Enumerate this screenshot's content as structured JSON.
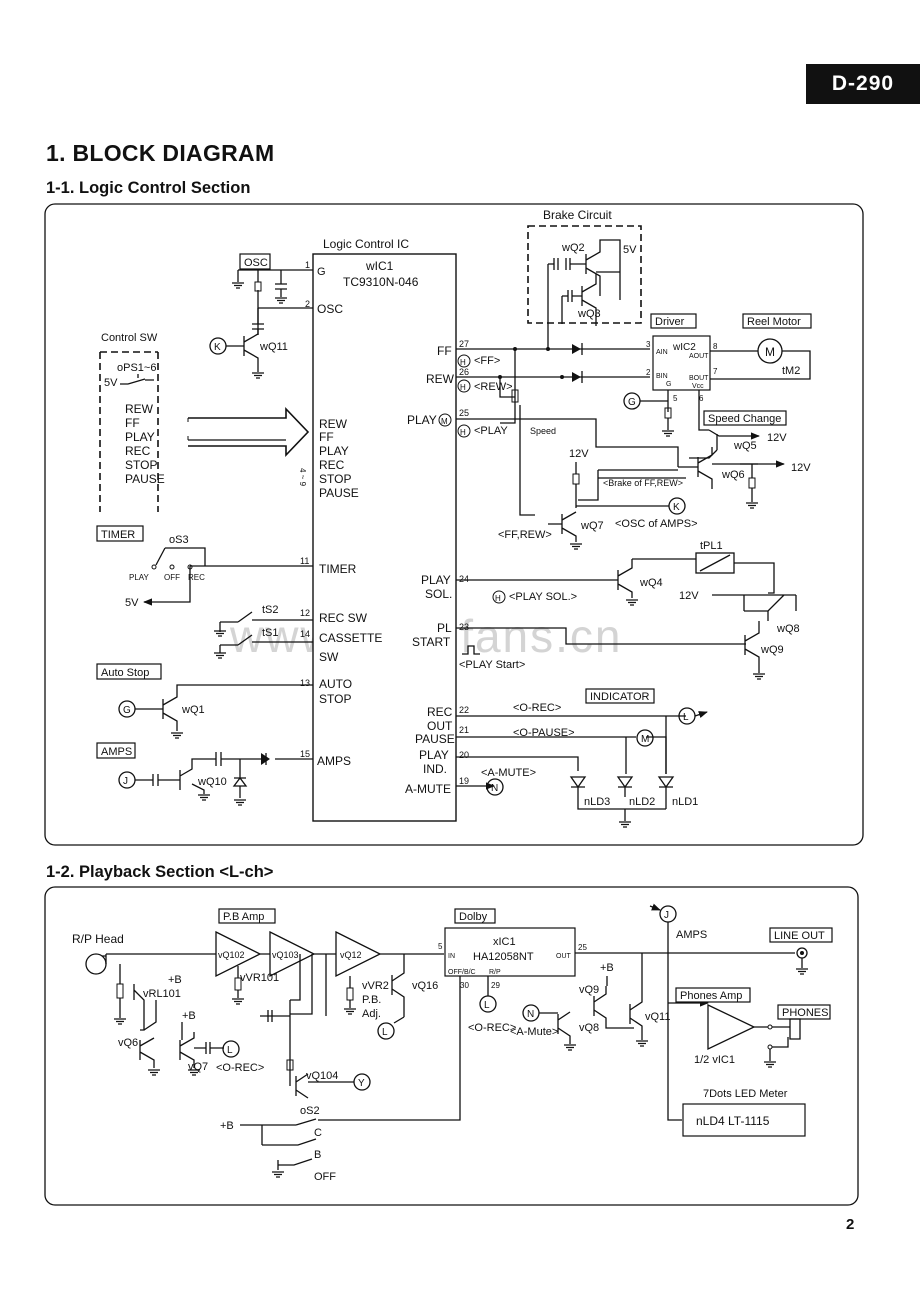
{
  "model": "D-290",
  "section_title": "1. BLOCK DIAGRAM",
  "subsection_1": "1-1. Logic Control Section",
  "subsection_2": "1-2. Playback Section <L-ch>",
  "page_number": "2",
  "watermark": "www.radiofans.cn",
  "logic": {
    "ic_title": "Logic Control IC",
    "ic_ref": "wIC1",
    "ic_part": "TC9310N-046",
    "pin_g": "G",
    "pin_osc": "OSC",
    "pin_rew": "REW",
    "pin_ff": "FF",
    "pin_play": "PLAY",
    "pin_rec": "REC",
    "pin_stop": "STOP",
    "pin_pause": "PAUSE",
    "pin_49": "4 ~ 9",
    "pin_timer": "TIMER",
    "pin_recsw": "REC SW",
    "pin_cassette": "CASSETTE",
    "pin_sw": "SW",
    "pin_auto": "AUTO",
    "pin_stop2": "STOP",
    "pin_amps": "AMPS",
    "out_ff": "FF",
    "out_rew": "REW",
    "out_play": "PLAY",
    "out_play_sol": "PLAY",
    "out_sol": "SOL.",
    "out_pl": "PL",
    "out_start": "START",
    "out_rec": "REC",
    "out_out": "OUT",
    "out_pause": "PAUSE",
    "out_play_ind": "PLAY",
    "out_ind": "IND.",
    "out_amute": "A-MUTE",
    "n1": "1",
    "n2": "2",
    "n27": "27",
    "n26": "26",
    "n25": "25",
    "n24": "24",
    "n23": "23",
    "n22": "22",
    "n21": "21",
    "n20": "20",
    "n19": "19",
    "n11": "11",
    "n12": "12",
    "n14": "14",
    "n13": "13",
    "n15": "15",
    "osc_label": "OSC",
    "control_sw": "Control SW",
    "ops": "oPS1~6",
    "v5": "5V",
    "sw_rew": "REW",
    "sw_ff": "FF",
    "sw_play": "PLAY",
    "sw_rec": "REC",
    "sw_stop": "STOP",
    "sw_pause": "PAUSE",
    "timer_label": "TIMER",
    "os3": "oS3",
    "t_play": "PLAY",
    "t_off": "OFF",
    "t_rec": "REC",
    "ts2": "tS2",
    "ts1": "tS1",
    "auto_stop": "Auto Stop",
    "amps_label": "AMPS",
    "wq11": "wQ11",
    "wq1": "wQ1",
    "wq10": "wQ10",
    "brake_circuit": "Brake Circuit",
    "wq2": "wQ2",
    "wq3": "wQ3",
    "brake_5v": "5V",
    "driver": "Driver",
    "wic2": "wIC2",
    "ain": "AIN",
    "bin": "BIN",
    "aout": "AOUT",
    "bout": "BOUT",
    "g": "G",
    "vcc": "Vcc",
    "d3": "3",
    "d2": "2",
    "d8": "8",
    "d7": "7",
    "d5": "5",
    "d6": "6",
    "reel_motor": "Reel Motor",
    "m_symbol": "M",
    "tm2": "tM2",
    "speed_change": "Speed Change",
    "wq5": "wQ5",
    "wq6": "wQ6",
    "wq7": "wQ7",
    "wq4": "wQ4",
    "wq8": "wQ8",
    "wq9": "wQ9",
    "v12a": "12V",
    "v12b": "12V",
    "v12c": "12V",
    "v12d": "12V",
    "sig_ff": "<FF>",
    "sig_rew": "<REW>",
    "sig_play": "<PLAY",
    "speed": "Speed",
    "brake_ff_rew": "<Brake of FF,REW>",
    "osc_of_amps": "<OSC of AMPS>",
    "ff_rew": "<FF,REW>",
    "tpl1": "tPL1",
    "play_sol_sig": "<PLAY SOL.>",
    "play_start_sig": "<PLAY Start>",
    "indicator": "INDICATOR",
    "o_rec": "<O-REC>",
    "o_pause": "<O-PAUSE>",
    "a_mute": "<A-MUTE>",
    "nld3": "nLD3",
    "nld2": "nLD2",
    "nld1": "nLD1",
    "c_k": "K",
    "c_g": "G",
    "c_j": "J",
    "c_h": "H",
    "c_m": "M",
    "c_l": "L",
    "c_n": "N"
  },
  "playback": {
    "rp_head": "R/P Head",
    "pb_amp": "P.B Amp",
    "vq102": "vQ102",
    "vq103": "vQ103",
    "vq12": "vQ12",
    "vrl101": "vRL101",
    "vvr101": "vVR101",
    "vvr2": "vVR2",
    "pb_adj1": "P.B.",
    "pb_adj2": "Adj.",
    "plus_b1": "+B",
    "plus_b2": "+B",
    "plus_b3": "+B",
    "plus_b4": "+B",
    "vq6": "vQ6",
    "vq7": "vQ7",
    "vq16": "vQ16",
    "vq104": "vQ104",
    "o_rec": "<O-REC>",
    "dolby": "Dolby",
    "xic1": "xIC1",
    "ha": "HA12058NT",
    "in": "IN",
    "out": "OUT",
    "offbc": "OFF/B/C",
    "rp": "R/P",
    "p5": "5",
    "p25": "25",
    "p30": "30",
    "p29": "29",
    "o_rec2": "<O-REC>",
    "os2": "oS2",
    "s_c": "C",
    "s_b": "B",
    "s_off": "OFF",
    "vq9": "vQ9",
    "vq8": "vQ8",
    "vq11": "vQ11",
    "a_mute": "<A-Mute>",
    "amps": "AMPS",
    "line_out": "LINE OUT",
    "phones_amp": "Phones Amp",
    "phones": "PHONES",
    "half_vic1": "1/2 vIC1",
    "led_meter": "7Dots LED Meter",
    "led_part": "nLD4 LT-1115",
    "c_j": "J",
    "c_l": "L",
    "c_n": "N",
    "c_y": "Y"
  }
}
